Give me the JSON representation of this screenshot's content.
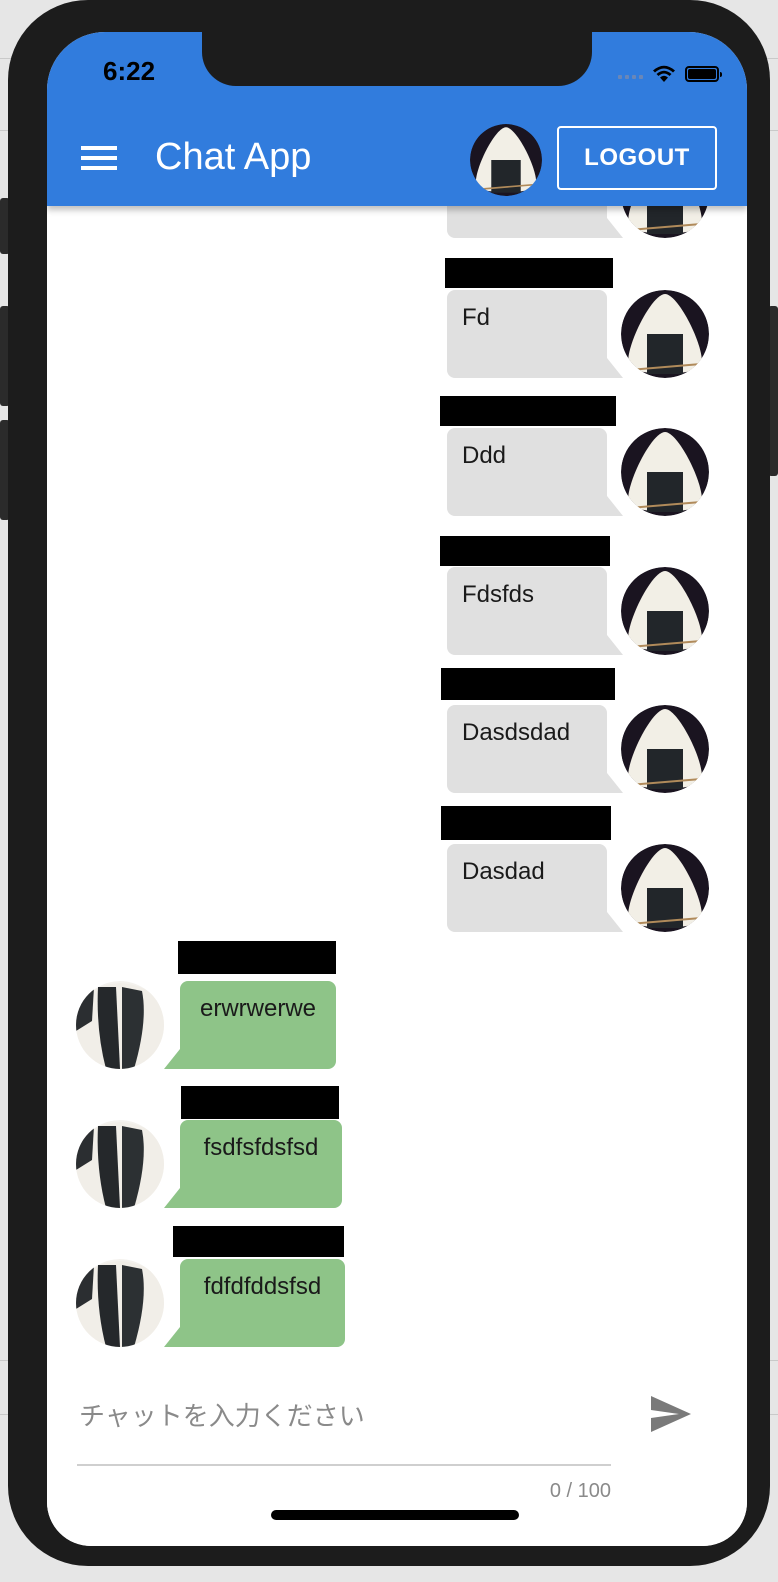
{
  "status_bar": {
    "time": "6:22"
  },
  "app_bar": {
    "title": "Chat App",
    "logout_label": "LOGOUT"
  },
  "colors": {
    "app_bar": "#317cdd",
    "my_bubble": "#e0e0e0",
    "their_bubble": "#8ec488"
  },
  "messages": [
    {
      "side": "mine",
      "text": "",
      "partial": true
    },
    {
      "side": "mine",
      "text": "Fd"
    },
    {
      "side": "mine",
      "text": "Ddd"
    },
    {
      "side": "mine",
      "text": "Fdsfds"
    },
    {
      "side": "mine",
      "text": "Dasdsdad"
    },
    {
      "side": "mine",
      "text": "Dasdad"
    },
    {
      "side": "theirs",
      "text": "erwrwerwe"
    },
    {
      "side": "theirs",
      "text": "fsdfsfdsfsd"
    },
    {
      "side": "theirs",
      "text": "fdfdfddsfsd"
    }
  ],
  "composer": {
    "placeholder": "チャットを入力ください",
    "value": "",
    "counter": "0 / 100"
  },
  "icons": {
    "menu": "hamburger-menu-icon",
    "send": "send-icon",
    "wifi": "wifi-icon",
    "battery": "battery-icon"
  }
}
